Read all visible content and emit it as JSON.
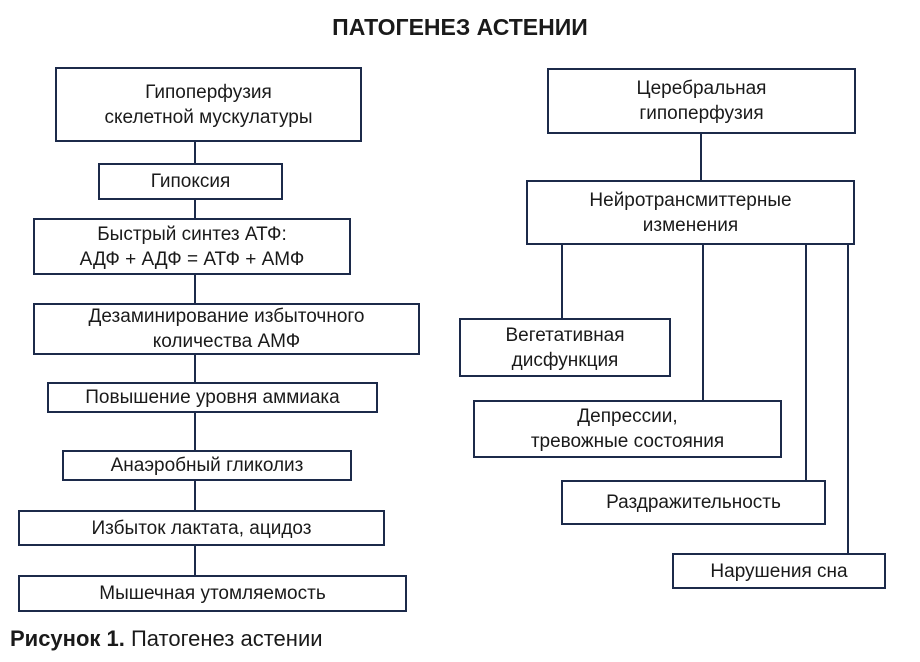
{
  "title": "ПАТОГЕНЕЗ АСТЕНИИ",
  "left_chain": [
    {
      "line1": "Гипоперфузия",
      "line2": "скелетной мускулатуры"
    },
    {
      "line1": "Гипоксия",
      "line2": ""
    },
    {
      "line1": "Быстрый синтез АТФ:",
      "line2": "АДФ + АДФ = АТФ + АМФ"
    },
    {
      "line1": "Дезаминирование избыточного",
      "line2": "количества АМФ"
    },
    {
      "line1": "Повышение уровня аммиака",
      "line2": ""
    },
    {
      "line1": "Анаэробный гликолиз",
      "line2": ""
    },
    {
      "line1": "Избыток лактата, ацидоз",
      "line2": ""
    },
    {
      "line1": "Мышечная утомляемость",
      "line2": ""
    }
  ],
  "right_tree": {
    "root": {
      "line1": "Церебральная",
      "line2": "гипоперфузия"
    },
    "hub": {
      "line1": "Нейротрансмиттерные",
      "line2": "изменения"
    },
    "branches": [
      {
        "line1": "Вегетативная",
        "line2": "дисфункция"
      },
      {
        "line1": "Депрессии,",
        "line2": "тревожные состояния"
      },
      {
        "line1": "Раздражительность",
        "line2": ""
      },
      {
        "line1": "Нарушения сна",
        "line2": ""
      }
    ]
  },
  "caption": {
    "label": "Рисунок 1.",
    "text": " Патогенез астении"
  }
}
